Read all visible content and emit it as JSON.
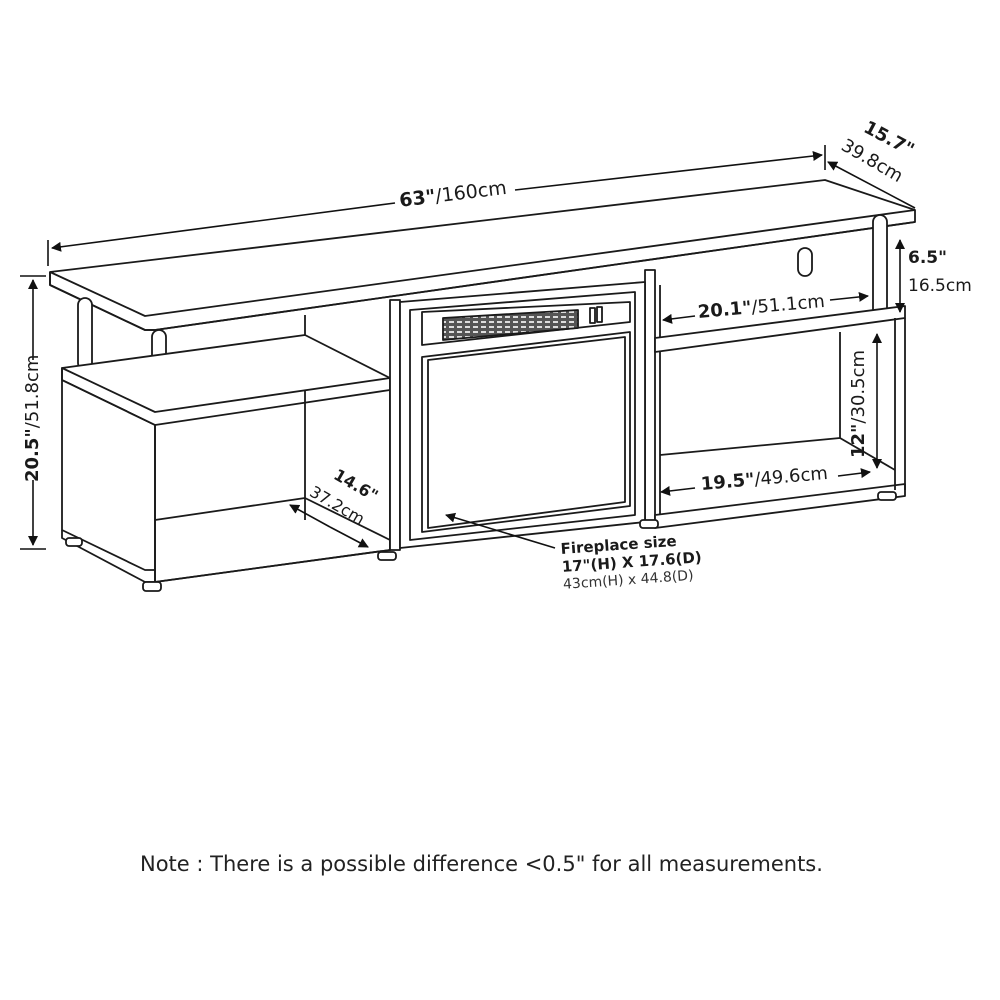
{
  "diagram": {
    "subject": "TV stand with electric fireplace — dimension drawing",
    "dimensions": {
      "width": {
        "imperial": "63\"",
        "metric": "/160cm"
      },
      "depth": {
        "imperial": "15.7\"",
        "metric": "39.8cm"
      },
      "total_height": {
        "imperial": "20.5\"",
        "metric": "/51.8cm"
      },
      "top_opening_height": {
        "imperial": "6.5\"",
        "metric": "16.5cm"
      },
      "upper_shelf_width": {
        "imperial": "20.1\"",
        "metric": "/51.1cm"
      },
      "lower_shelf_height": {
        "imperial": "12\"",
        "metric": "/30.5cm"
      },
      "lower_shelf_width": {
        "imperial": "19.5\"",
        "metric": "/49.6cm"
      },
      "shelf_depth": {
        "imperial": "14.6\"",
        "metric": "37.2cm"
      }
    },
    "fireplace": {
      "title": "Fireplace size",
      "imperial": "17\"(H) X 17.6(D)",
      "metric": "43cm(H) x 44.8(D)"
    },
    "note": "Note : There is a possible difference <0.5\" for all measurements.",
    "colors": {
      "line": "#1a1a1a",
      "background": "#ffffff",
      "grille": "#3a3a3a"
    }
  }
}
